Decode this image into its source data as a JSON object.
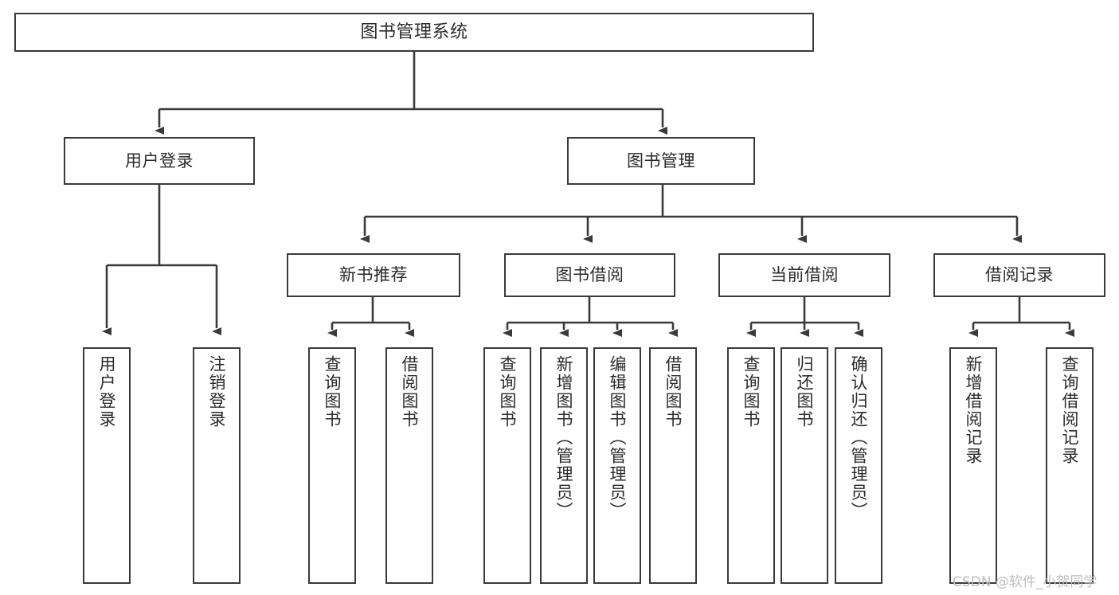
{
  "diagram": {
    "title": "图书管理系统",
    "type": "tree",
    "colors": {
      "box_border": "#3a3a3a",
      "box_fill": "#ffffff",
      "edge": "#3a3a3a",
      "text": "#2b2b2b",
      "watermark": "#bdbdbd",
      "background": "#ffffff"
    }
  },
  "nodes": {
    "root": {
      "label": "图书管理系统"
    },
    "level1": [
      {
        "id": "user-login",
        "label": "用户登录"
      },
      {
        "id": "book-manage",
        "label": "图书管理"
      }
    ],
    "level2": [
      {
        "id": "new-book-recommend",
        "label": "新书推荐"
      },
      {
        "id": "book-borrow",
        "label": "图书借阅"
      },
      {
        "id": "current-borrow",
        "label": "当前借阅"
      },
      {
        "id": "borrow-record",
        "label": "借阅记录"
      }
    ],
    "leaves": {
      "user-login": [
        {
          "id": "leaf-user-login",
          "label": "用户登录"
        },
        {
          "id": "leaf-logout",
          "label": "注销登录"
        }
      ],
      "new-book-recommend": [
        {
          "id": "leaf-query-book-1",
          "label": "查询图书"
        },
        {
          "id": "leaf-borrow-book-1",
          "label": "借阅图书"
        }
      ],
      "book-borrow": [
        {
          "id": "leaf-query-book-2",
          "label": "查询图书"
        },
        {
          "id": "leaf-add-book",
          "label": "新增图书（管理员）"
        },
        {
          "id": "leaf-edit-book",
          "label": "编辑图书（管理员）"
        },
        {
          "id": "leaf-borrow-book-2",
          "label": "借阅图书"
        }
      ],
      "current-borrow": [
        {
          "id": "leaf-query-book-3",
          "label": "查询图书"
        },
        {
          "id": "leaf-return-book",
          "label": "归还图书"
        },
        {
          "id": "leaf-confirm-return",
          "label": "确认归还（管理员）"
        }
      ],
      "borrow-record": [
        {
          "id": "leaf-add-record",
          "label": "新增借阅记录"
        },
        {
          "id": "leaf-query-record",
          "label": "查询借阅记录"
        }
      ]
    }
  },
  "watermark": {
    "text": "CSDN @软件_小贺同学"
  }
}
